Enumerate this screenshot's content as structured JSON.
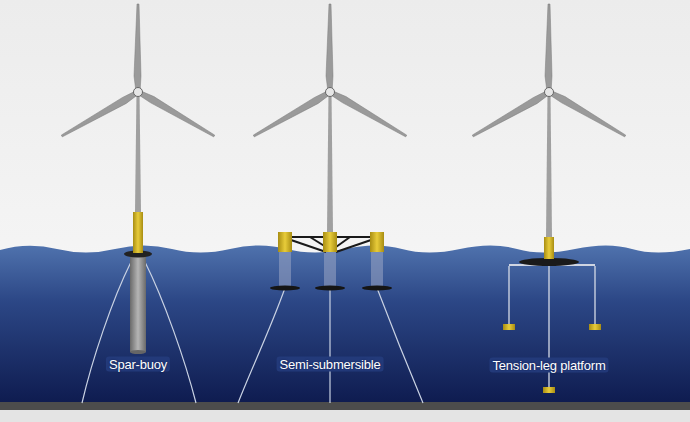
{
  "diagram": {
    "labels": [
      "Spar-buoy",
      "Semi-submersible",
      "Tension-leg platform"
    ]
  }
}
